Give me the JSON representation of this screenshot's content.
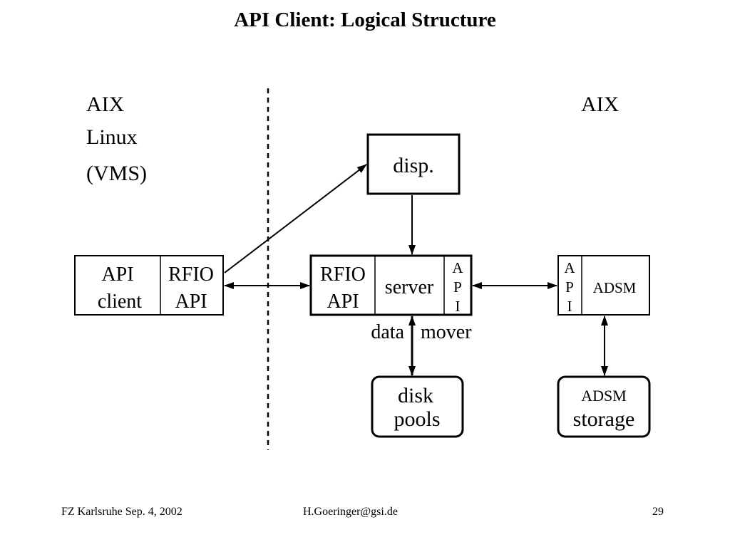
{
  "title": "API Client: Logical Structure",
  "left_os": [
    "AIX",
    "Linux",
    "(VMS)"
  ],
  "right_os": "AIX",
  "client_box": {
    "api_client": [
      "API",
      "client"
    ],
    "rfio_api": [
      "RFIO",
      "API"
    ]
  },
  "disp_box": "disp.",
  "server_box": {
    "rfio_api": [
      "RFIO",
      "API"
    ],
    "server": "server",
    "api_vertical": [
      "A",
      "P",
      "I"
    ]
  },
  "adsm_box": {
    "api_vertical": [
      "A",
      "P",
      "I"
    ],
    "adsm": "ADSM"
  },
  "data_mover": [
    "data",
    "mover"
  ],
  "disk_pools": [
    "disk",
    "pools"
  ],
  "adsm_storage": [
    "ADSM",
    "storage"
  ],
  "footer": {
    "left": "FZ Karlsruhe  Sep. 4, 2002",
    "center": "H.Goeringer@gsi.de",
    "page": "29"
  }
}
